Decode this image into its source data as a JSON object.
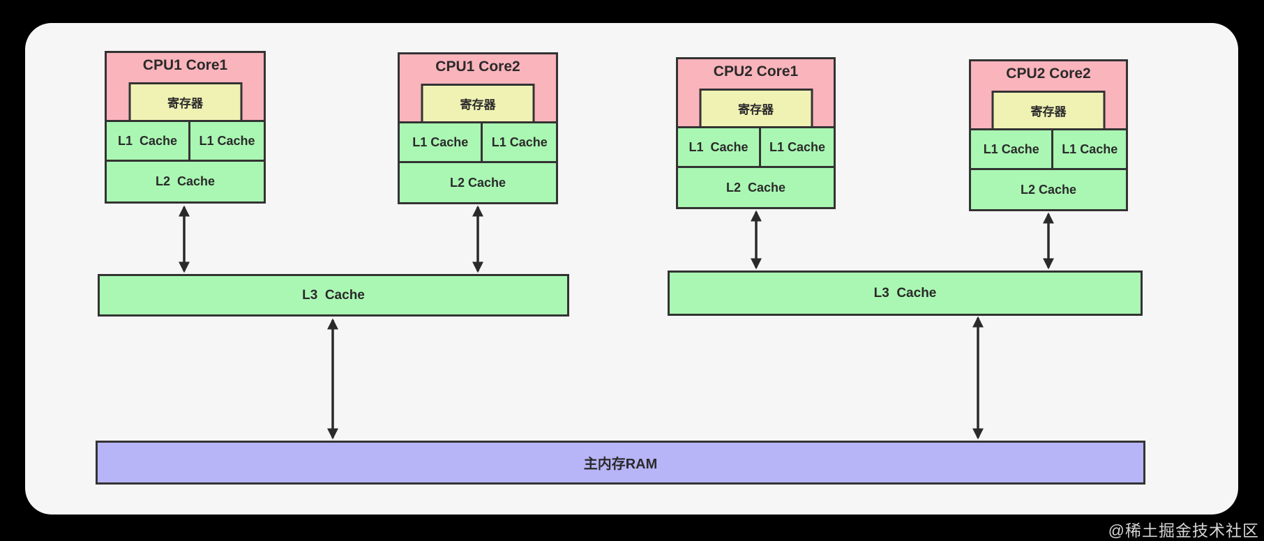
{
  "colors": {
    "page_bg": "#000000",
    "card_bg": "#f6f6f6",
    "core_header": "#fab4bc",
    "register": "#f0f2b4",
    "cache": "#aaf7b3",
    "ram": "#b8b4f8",
    "border": "#333333",
    "text": "#2a2a2a",
    "arrow": "#2a2a2a",
    "watermark": "#d5d5d5"
  },
  "cores": [
    {
      "title": "CPU1 Core1",
      "register": "寄存器",
      "l1": [
        "L1  Cache",
        "L1 Cache"
      ],
      "l2": "L2  Cache"
    },
    {
      "title": "CPU1 Core2",
      "register": "寄存器",
      "l1": [
        "L1 Cache",
        "L1 Cache"
      ],
      "l2": "L2 Cache"
    },
    {
      "title": "CPU2 Core1",
      "register": "寄存器",
      "l1": [
        "L1  Cache",
        "L1 Cache"
      ],
      "l2": "L2  Cache"
    },
    {
      "title": "CPU2 Core2",
      "register": "寄存器",
      "l1": [
        "L1 Cache",
        "L1 Cache"
      ],
      "l2": "L2 Cache"
    }
  ],
  "l3_bars": [
    {
      "label": "L3  Cache"
    },
    {
      "label": "L3  Cache"
    }
  ],
  "ram": {
    "label": "主内存RAM"
  },
  "watermark": {
    "label": "@稀土掘金技术社区"
  }
}
